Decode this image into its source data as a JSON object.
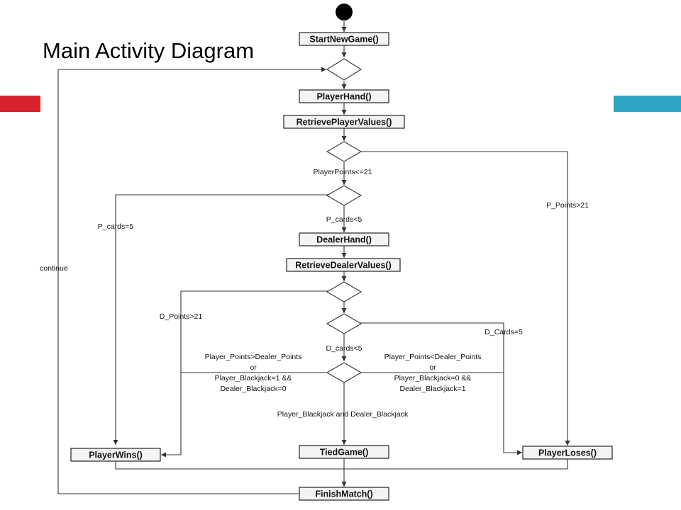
{
  "slide": {
    "title": "Main Activity Diagram",
    "accent_left": "#d7232f",
    "accent_right": "#2ea5c5"
  },
  "diagram": {
    "nodes": {
      "start_new_game": "StartNewGame()",
      "player_hand": "PlayerHand()",
      "retrieve_player_values": "RetrievePlayerValues()",
      "dealer_hand": "DealerHand()",
      "retrieve_dealer_values": "RetrieveDealerValues()",
      "player_wins": "PlayerWins()",
      "tied_game": "TiedGame()",
      "player_loses": "PlayerLoses()",
      "finish_match": "FinishMatch()"
    },
    "labels": {
      "continue": "continue",
      "player_points_le_21": "PlayerPoints<=21",
      "p_points_gt_21": "P_Points>21",
      "p_cards_eq_5": "P_cards=5",
      "p_cards_lt_5": "P_cards<5",
      "d_points_gt_21": "D_Points>21",
      "d_cards_eq_5": "D_Cards=5",
      "d_cards_lt_5": "D_cards<5",
      "win_cond_1": "Player_Points>Dealer_Points",
      "win_cond_2": "or",
      "win_cond_3": "Player_Blackjack=1 &&",
      "win_cond_4": "Dealer_Blackjack=0",
      "lose_cond_1": "Player_Points<Dealer_Points",
      "lose_cond_2": "or",
      "lose_cond_3": "Player_Blackjack=0 &&",
      "lose_cond_4": "Dealer_Blackjack=1",
      "tie_cond": "Player_Blackjack and Dealer_Blackjack"
    }
  }
}
